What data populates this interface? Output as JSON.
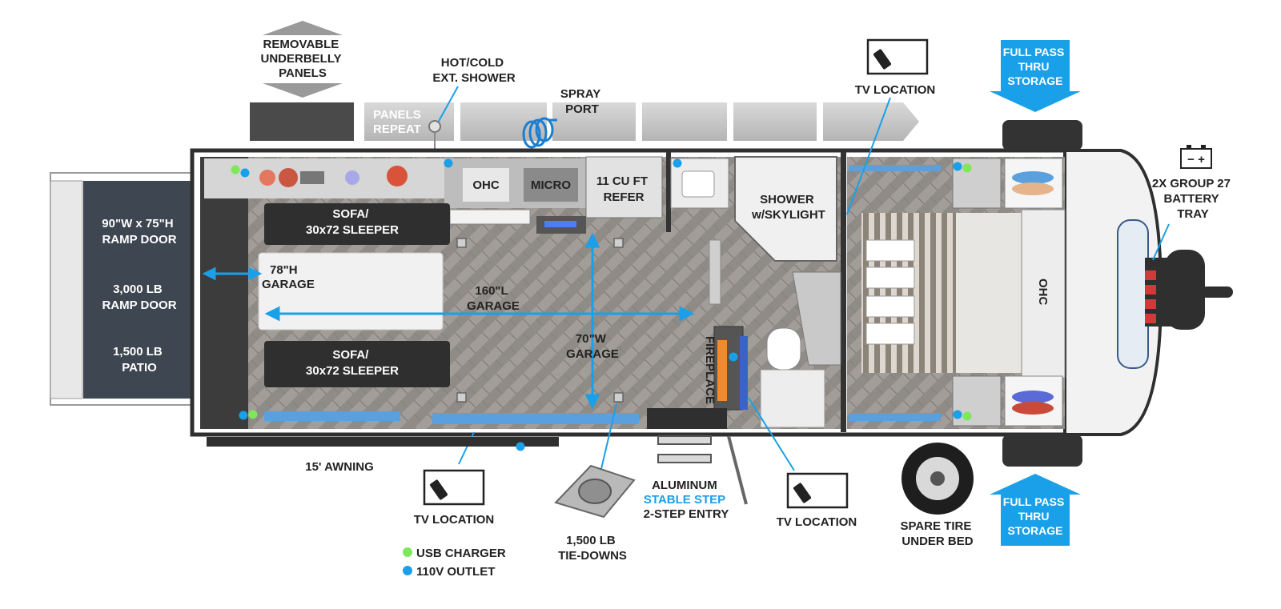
{
  "colors": {
    "accent_blue": "#1aa0e8",
    "usb_green": "#7ee85a",
    "outlet_blue": "#1aa0e8",
    "floor": "#8e8a86",
    "cabinet": "#cfcfcf",
    "sofa": "#2f2f2f",
    "wall": "#3c3c3c",
    "ramp": "#3d4651"
  },
  "labels": {
    "underbelly": [
      "REMOVABLE",
      "UNDERBELLY",
      "PANELS"
    ],
    "ext_shower": [
      "HOT/COLD",
      "EXT. SHOWER"
    ],
    "panels_repeat": [
      "PANELS",
      "REPEAT"
    ],
    "spray_port": [
      "SPRAY",
      "PORT"
    ],
    "tv_location": "TV LOCATION",
    "full_pass_top": [
      "FULL PASS",
      "THRU",
      "STORAGE"
    ],
    "full_pass_bottom": [
      "FULL PASS",
      "THRU",
      "STORAGE"
    ],
    "battery": [
      "2X GROUP 27",
      "BATTERY",
      "TRAY"
    ],
    "battery_symbols": "−  +",
    "ramp_size": [
      "90\"W x 75\"H",
      "RAMP DOOR"
    ],
    "ramp_weight": [
      "3,000 LB",
      "RAMP DOOR"
    ],
    "patio": [
      "1,500 LB",
      "PATIO"
    ],
    "ohc_front": "OHC",
    "micro": "MICRO",
    "refer": [
      "11 CU FT",
      "REFER"
    ],
    "sofa_top": [
      "SOFA/",
      "30x72 SLEEPER"
    ],
    "sofa_bottom": [
      "SOFA/",
      "30x72 SLEEPER"
    ],
    "garage_h": [
      "78\"H",
      "GARAGE"
    ],
    "garage_l": [
      "160\"L",
      "GARAGE"
    ],
    "garage_w": [
      "70\"W",
      "GARAGE"
    ],
    "shower": [
      "SHOWER",
      "w/SKYLIGHT"
    ],
    "fireplace": "FIREPLACE",
    "ohc_bed": "OHC",
    "awning": "15' AWNING",
    "tie_downs": [
      "1,500 LB",
      "TIE-DOWNS"
    ],
    "step": [
      "ALUMINUM",
      "STABLE STEP",
      "2-STEP ENTRY"
    ],
    "spare_tire": [
      "SPARE TIRE",
      "UNDER BED"
    ],
    "legend_usb": "USB CHARGER",
    "legend_outlet": "110V OUTLET"
  },
  "icons": [
    "tv-remote-icon",
    "battery-icon",
    "tie-down-icon",
    "spare-tire-icon",
    "double-arrow-icon"
  ]
}
